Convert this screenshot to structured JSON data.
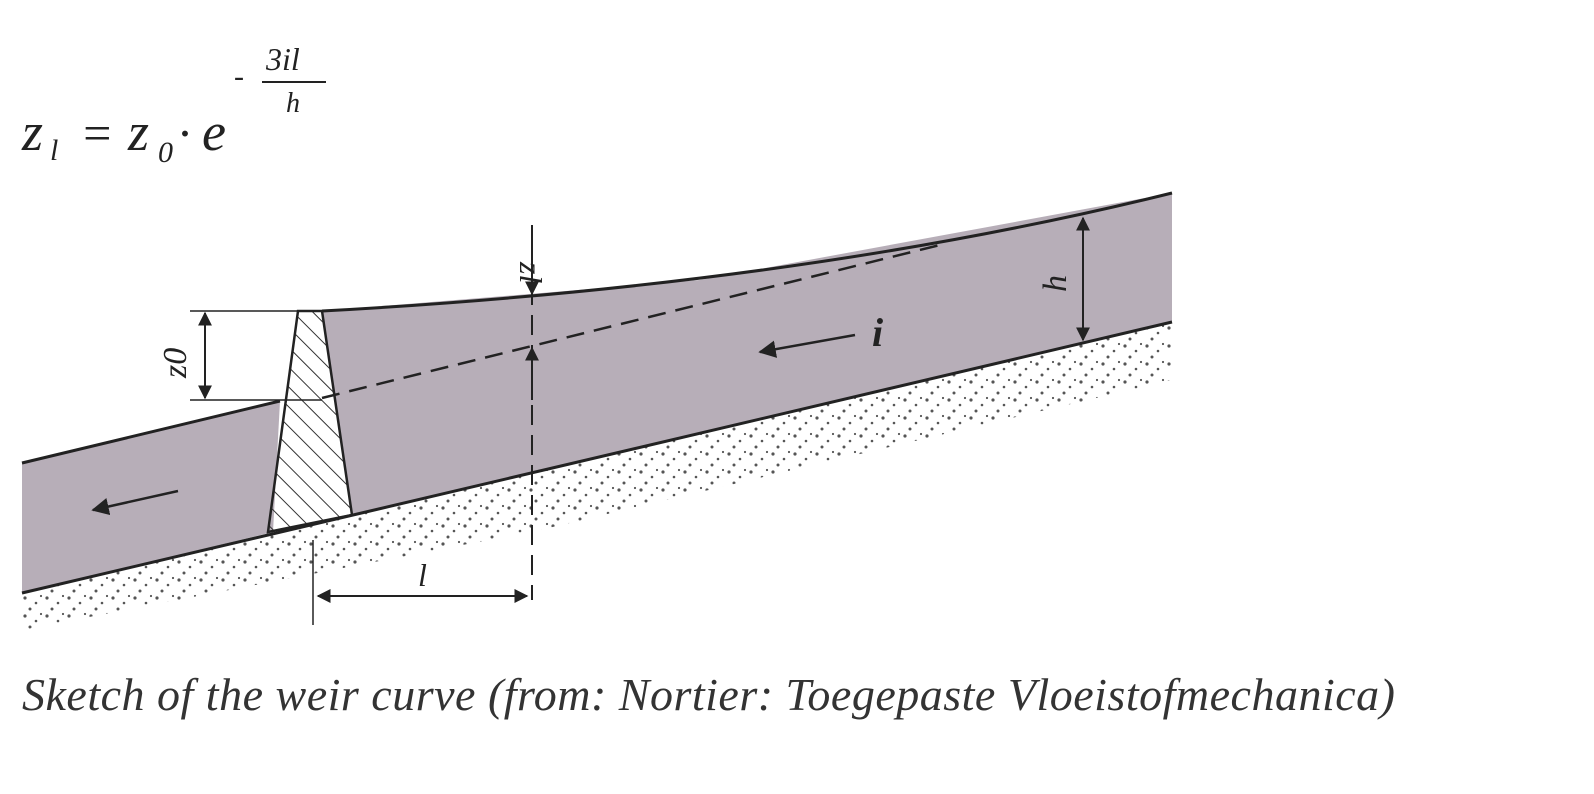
{
  "formula": {
    "lhs": "z",
    "lhs_sub": "l",
    "equals": "=",
    "base": "z",
    "base_sub": "0",
    "dot": "·",
    "exp_base": "e",
    "exp_sign": "-",
    "exp_numerator": "3il",
    "exp_denominator": "h"
  },
  "labels": {
    "z_l": "zl",
    "z_0": "z0",
    "i": "i",
    "h": "h",
    "l": "l"
  },
  "caption": "Sketch of the weir curve (from: Nortier: Toegepaste Vloeistofmechanica)",
  "colors": {
    "water": "#b7aeb8",
    "line": "#2a2a2a",
    "ground_dots": "#555555",
    "background": "#ffffff"
  }
}
